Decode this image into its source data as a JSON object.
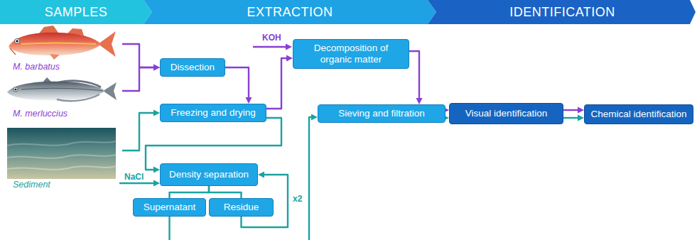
{
  "diagram": {
    "nodes": [
      {
        "text": [
          "SAMPLES"
        ]
      },
      {
        "text": [
          "EXTRACTION"
        ]
      },
      {
        "text": [
          "IDENTIFICATION"
        ]
      },
      {
        "text": [
          "M. barbatus"
        ]
      },
      {
        "text": [
          "M. merluccius"
        ]
      },
      {
        "text": [
          "Sediment"
        ]
      },
      {
        "text": [
          "Decomposition of organic matter"
        ]
      },
      {
        "text": [
          "Dissection"
        ]
      },
      {
        "text": [
          "Freezing and drying"
        ]
      },
      {
        "text": [
          "Sieving and filtration"
        ]
      },
      {
        "text": [
          "Visual identification"
        ]
      },
      {
        "text": [
          "Chemical identification"
        ]
      },
      {
        "text": [
          "Density separation"
        ]
      },
      {
        "text": [
          "Supernatant"
        ]
      },
      {
        "text": [
          "Residue"
        ]
      }
    ],
    "edges": [
      {
        "from": 3,
        "to": 7,
        "arrow": "to"
      },
      {
        "from": 4,
        "to": 7,
        "arrow": "to"
      },
      {
        "from": 7,
        "to": 8,
        "arrow": "to"
      },
      {
        "from": 5,
        "to": 8,
        "arrow": "to"
      },
      {
        "from": 8,
        "to": 6,
        "arrow": "to"
      },
      {
        "from": 6,
        "to": 9,
        "arrow": "to"
      },
      {
        "from": 8,
        "to": 12,
        "arrow": "to"
      },
      {
        "from": 12,
        "to": 13,
        "arrow": "none"
      },
      {
        "from": 12,
        "to": 14,
        "arrow": "none"
      },
      {
        "from": 14,
        "to": 12,
        "label": "x2",
        "arrow": "to"
      },
      {
        "from": 13,
        "to": 9,
        "arrow": "to"
      },
      {
        "from": 9,
        "to": 10,
        "arrow": "to"
      },
      {
        "from": 9,
        "to": 10,
        "arrow": "to"
      },
      {
        "from": 10,
        "to": 11,
        "arrow": "to"
      },
      {
        "from": 10,
        "to": 11,
        "arrow": "to"
      }
    ],
    "labels": [
      "KOH",
      "NaCl"
    ]
  }
}
